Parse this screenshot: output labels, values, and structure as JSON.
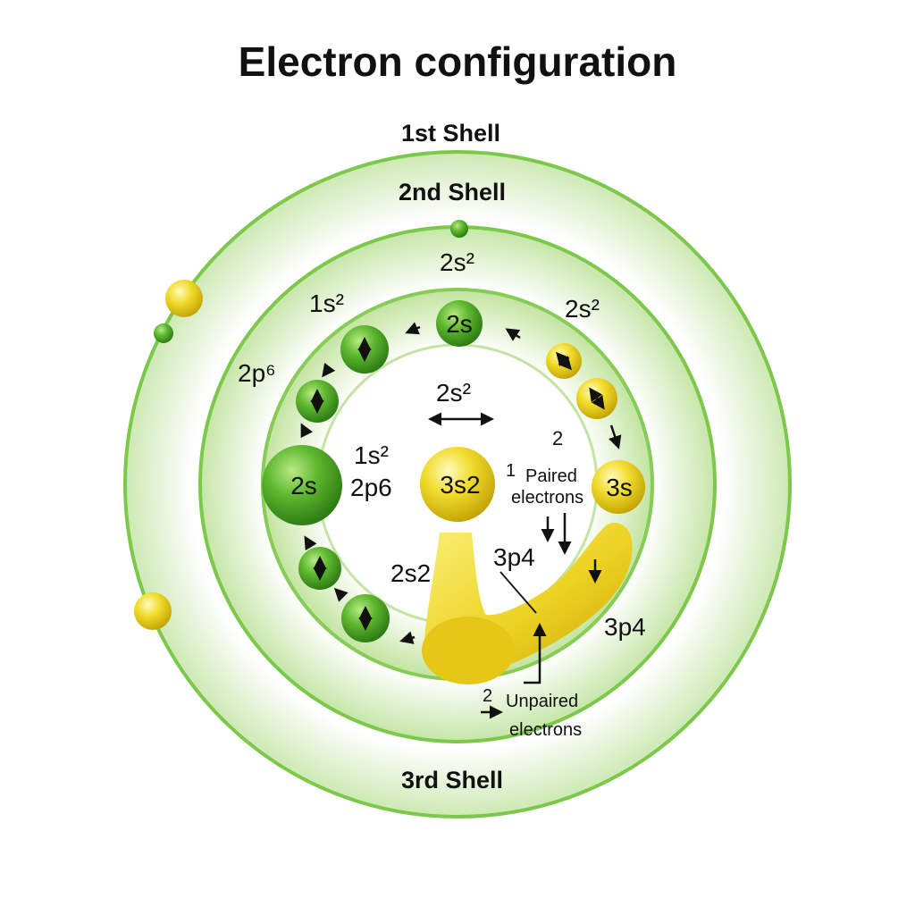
{
  "title": "Electron configuration",
  "shells": {
    "first": "1st Shell",
    "second": "2nd Shell",
    "third": "3rd Shell"
  },
  "labels": {
    "top_2s2": "2s²",
    "left_1s2": "1s²",
    "right_2s2": "2s²",
    "left_2p6": "2p⁶",
    "center_2s2": "2s²",
    "center_1s2": "1s²",
    "center_2p6": "2p6",
    "lower_2s2": "2s2",
    "right_2": "2",
    "right_3p4": "3p4",
    "outer_3p4": "3p4"
  },
  "orbitals": {
    "top_2s": "2s",
    "left_2s": "2s",
    "center_3s2": "3s2",
    "right_3s": "3s"
  },
  "annotations": {
    "paired_number": "1",
    "paired_line1": "Paired",
    "paired_line2": "electrons",
    "unpaired_number": "2",
    "unpaired_line1": "Unpaired",
    "unpaired_line2": "electrons"
  },
  "colors": {
    "green_dark": "#3f9a20",
    "green_light": "#8fd45c",
    "yellow_dark": "#d4b80a",
    "yellow_light": "#f7ee6a",
    "ring_stroke": "#7cc84a",
    "ring_fill": "#d9efc4"
  }
}
